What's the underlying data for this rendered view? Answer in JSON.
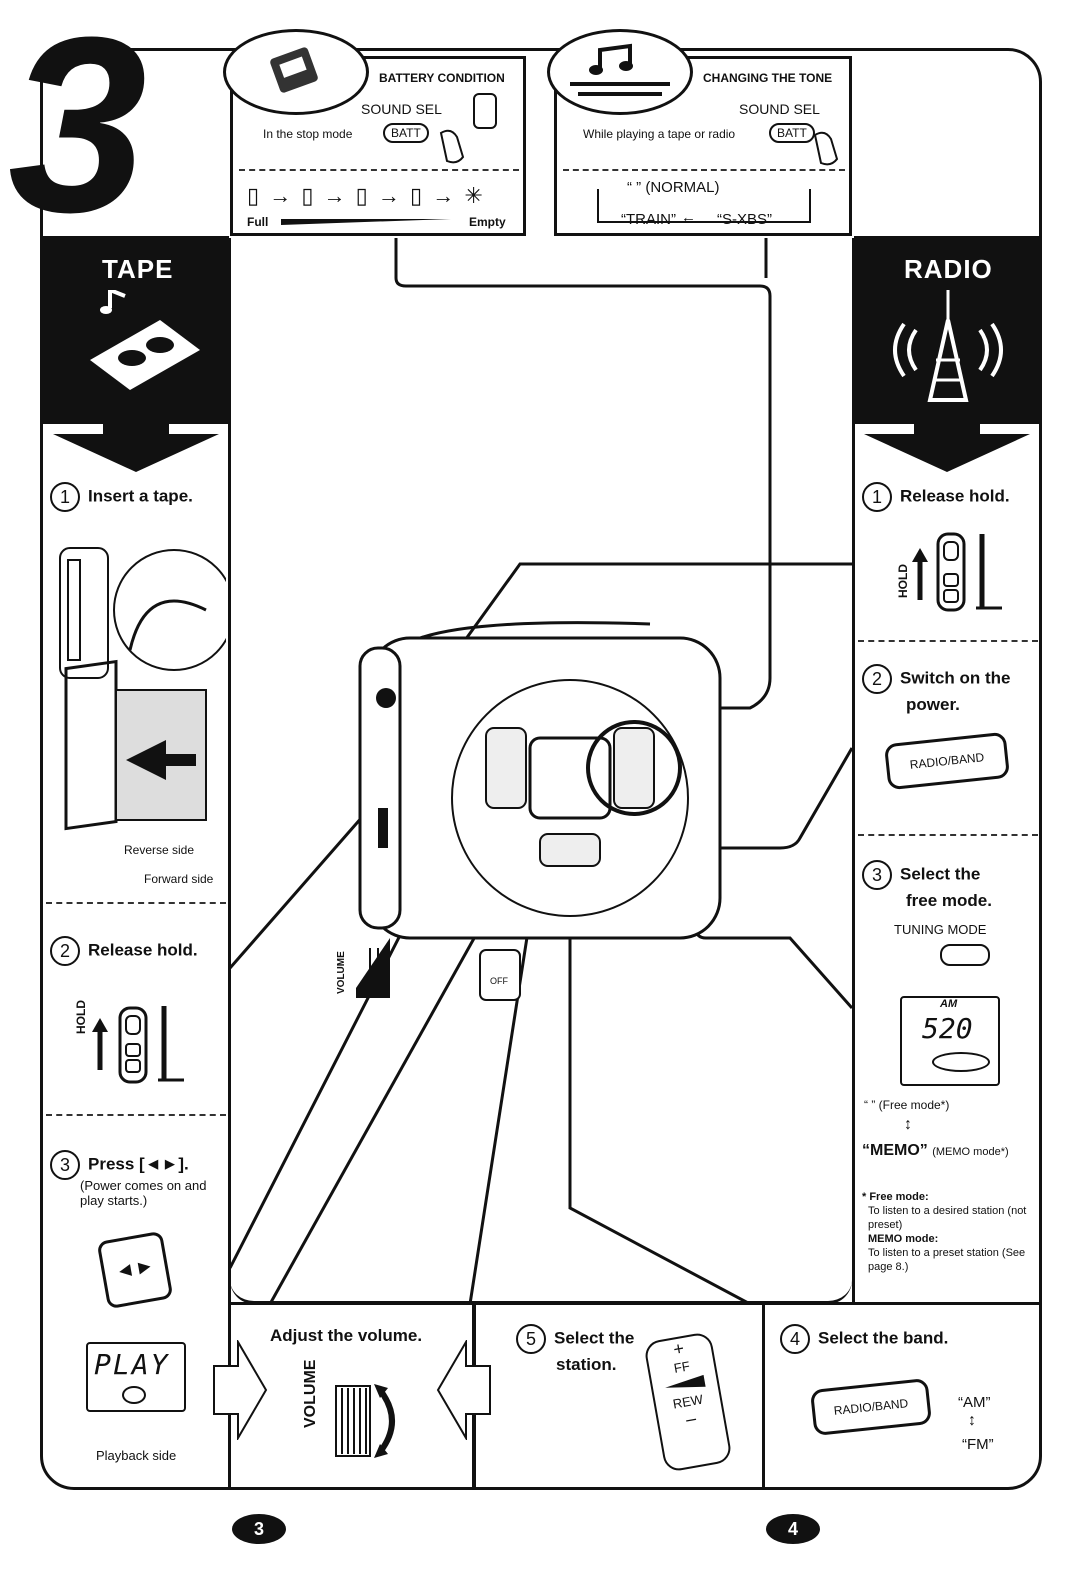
{
  "section_number": "3",
  "battery": {
    "title": "BATTERY CONDITION",
    "button_top": "SOUND SEL",
    "button": "BATT",
    "instruction": "In the stop mode",
    "full": "Full",
    "empty": "Empty"
  },
  "tone": {
    "title": "CHANGING THE TONE",
    "button_top": "SOUND SEL",
    "button": "BATT",
    "instruction": "While playing a tape or radio",
    "normal": "“       ” (NORMAL)",
    "train": "“TRAIN”",
    "sxbs": "“S-XBS”"
  },
  "tape": {
    "header": "TAPE",
    "step1_num": "1",
    "step1": "Insert a tape.",
    "reverse_side": "Reverse side",
    "forward_side": "Forward side",
    "step2_num": "2",
    "step2": "Release hold.",
    "hold": "HOLD",
    "step3_num": "3",
    "step3": "Press [◄►].",
    "step3_note": "(Power comes on and play starts.)",
    "display": "PLAY",
    "playback_side": "Playback side"
  },
  "radio": {
    "header": "RADIO",
    "step1_num": "1",
    "step1": "Release hold.",
    "hold": "HOLD",
    "step2_num": "2",
    "step2_line1": "Switch on the",
    "step2_line2": "power.",
    "radio_band": "RADIO/BAND",
    "step3_num": "3",
    "step3_line1": "Select the",
    "step3_line2": "free mode.",
    "tuning_mode": "TUNING MODE",
    "display_band": "AM",
    "display_freq": "520",
    "free_mode_label": "“          ” (Free mode*)",
    "memo_label": "“MEMO”",
    "memo_mode": "(MEMO mode*)",
    "note_free_title": "* Free mode:",
    "note_free_text": "To listen to a desired station (not preset)",
    "note_memo_title": "MEMO mode:",
    "note_memo_text": "To listen to a preset station (See page 8.)"
  },
  "device": {
    "volume": "VOLUME",
    "off": "OFF"
  },
  "bottom": {
    "volume_title": "Adjust the volume.",
    "volume": "VOLUME",
    "step5_num": "5",
    "step5_line1": "Select the",
    "step5_line2": "station.",
    "ff": "FF",
    "rew": "REW",
    "plus": "+",
    "minus": "–",
    "step4_num": "4",
    "step4": "Select the band.",
    "radio_band": "RADIO/BAND",
    "am": "“AM”",
    "fm": "“FM”"
  },
  "pages": {
    "left": "3",
    "right": "4"
  }
}
